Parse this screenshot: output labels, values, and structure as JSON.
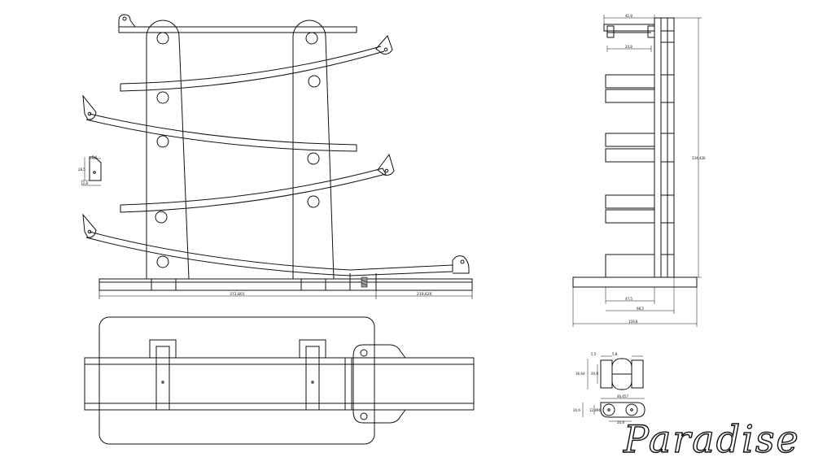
{
  "drawing": {
    "dimensions": {
      "front_base_left": "372,801",
      "front_base_right": "219,626",
      "small_tab_height": "28,5",
      "small_tab_top": "5,4",
      "small_tab_width": "12,8",
      "side_top_outer": "42,8",
      "side_top_inner": "24,8",
      "side_total_height": "334,426",
      "side_base_inner": "47,5",
      "side_base_mid": "98,5",
      "side_base_total": "159,8",
      "detail_top_a": "5,5",
      "detail_top_b": "5,8",
      "detail_height_outer": "36,64",
      "detail_height_inner": "20,8",
      "detail_span": "46,657",
      "detail_left_h": "20,6",
      "detail_hole": "12,896",
      "detail_pitch": "20,8"
    },
    "logo_text": "Paradise"
  }
}
